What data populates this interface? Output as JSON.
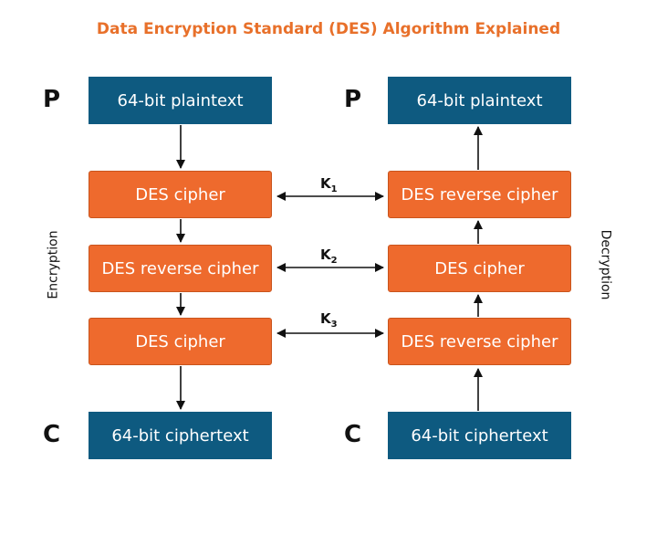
{
  "title": "Data Encryption Standard (DES) Algorithm Explained",
  "side_labels": {
    "left": "Encryption",
    "right": "Decryption"
  },
  "row_letters": {
    "top": "P",
    "bottom": "C"
  },
  "encryption": {
    "plaintext": "64-bit plaintext",
    "stage1": "DES cipher",
    "stage2": "DES reverse cipher",
    "stage3": "DES cipher",
    "ciphertext": "64-bit ciphertext"
  },
  "decryption": {
    "plaintext": "64-bit plaintext",
    "stage1": "DES reverse cipher",
    "stage2": "DES cipher",
    "stage3": "DES reverse cipher",
    "ciphertext": "64-bit ciphertext"
  },
  "keys": [
    {
      "letter": "K",
      "index": "1"
    },
    {
      "letter": "K",
      "index": "2"
    },
    {
      "letter": "K",
      "index": "3"
    }
  ],
  "colors": {
    "title": "#e8702a",
    "blue_box": "#0e5a80",
    "orange_box": "#ee6a2d"
  }
}
